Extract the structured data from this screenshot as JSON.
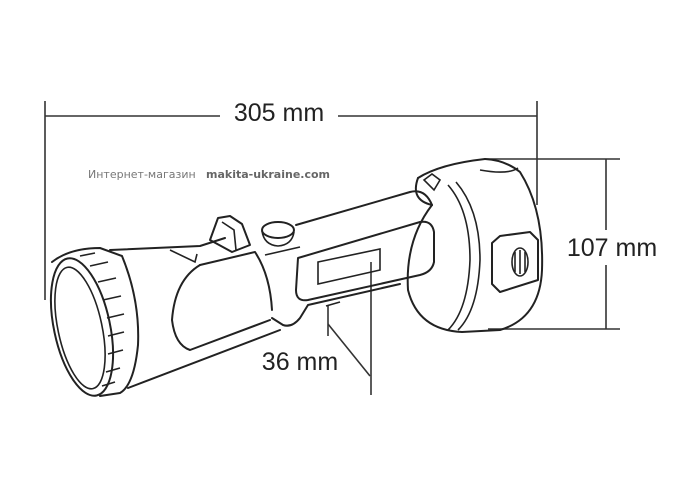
{
  "diagram": {
    "subject": "cordless flashlight outline drawing",
    "dimensions": {
      "length": "305 mm",
      "height": "107 mm",
      "handle": "36 mm"
    },
    "watermark": {
      "label": "Интернет-магазин",
      "site": "makita-ukraine.com"
    },
    "colors": {
      "line": "#222222",
      "watermark": "#777777",
      "background": "#ffffff"
    }
  }
}
